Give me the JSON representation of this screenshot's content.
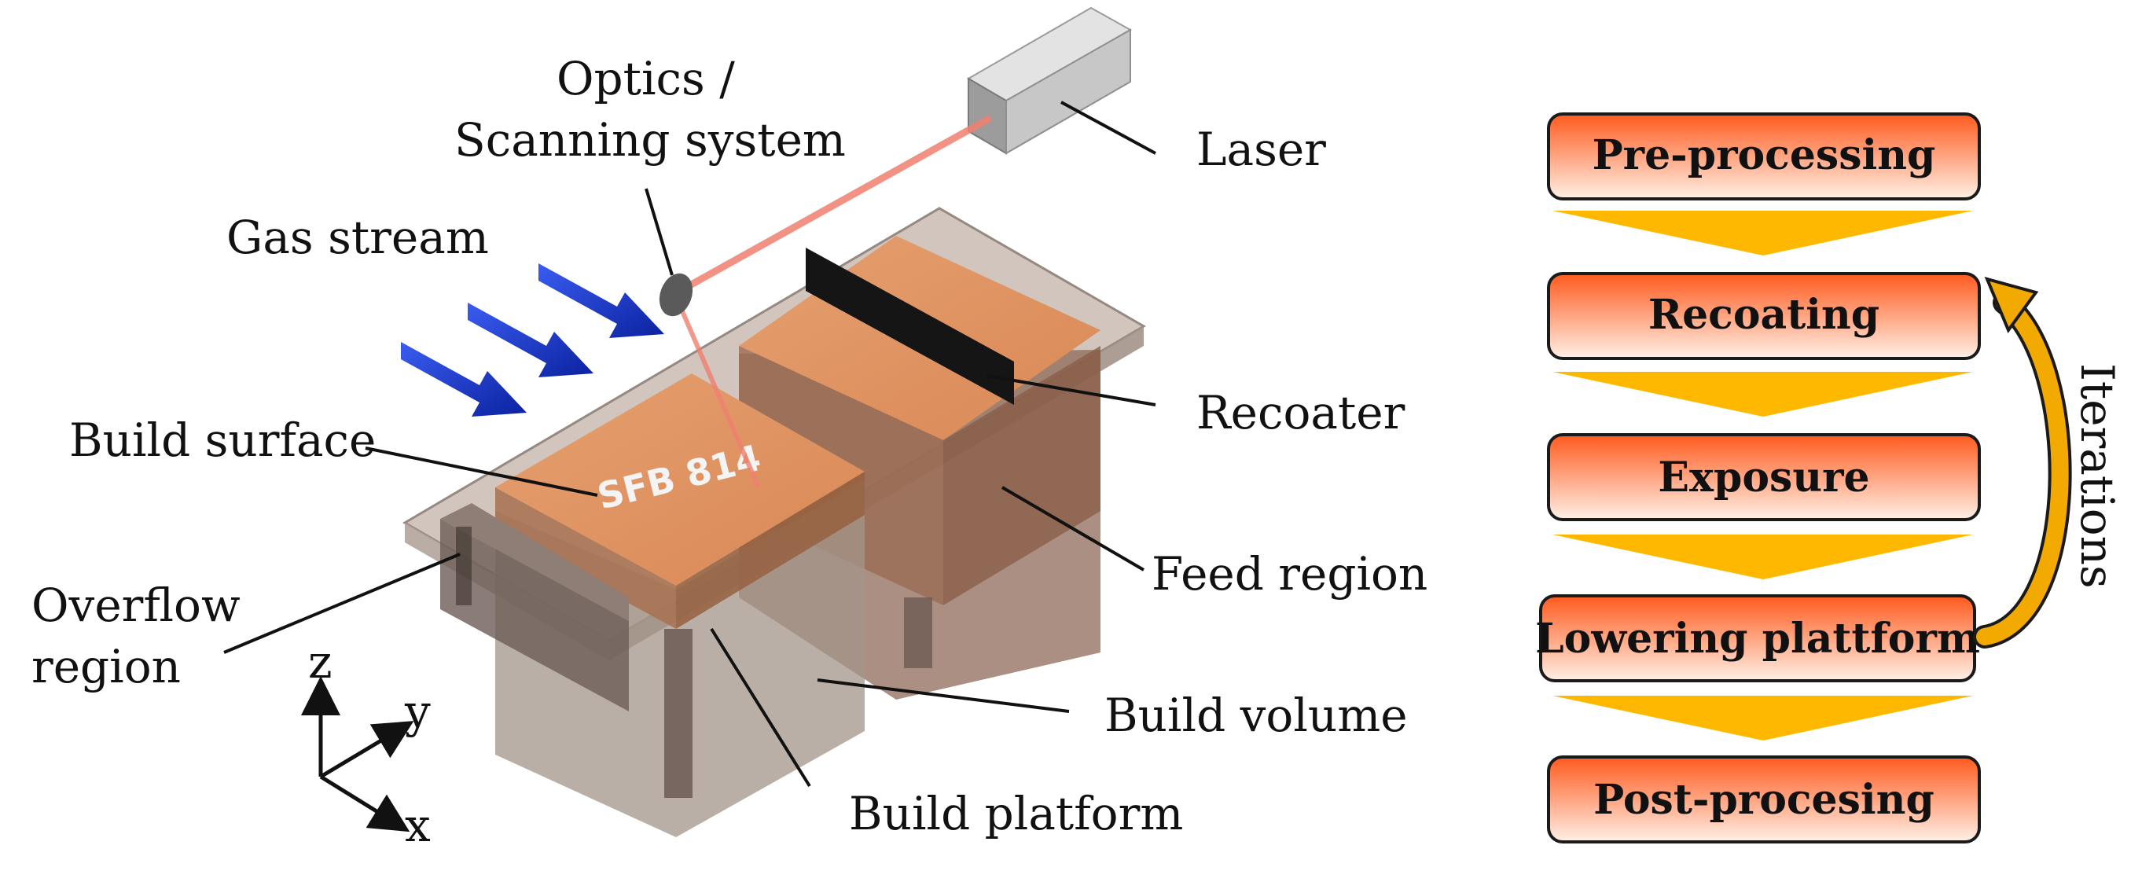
{
  "labels": {
    "optics_line1": "Optics /",
    "optics_line2": "Scanning system",
    "laser": "Laser",
    "gas_stream": "Gas stream",
    "build_surface": "Build surface",
    "recoater": "Recoater",
    "overflow_line1": "Overflow",
    "overflow_line2": "region",
    "feed_region": "Feed region",
    "build_volume": "Build volume",
    "build_platform": "Build platform",
    "surface_stamp": "SFB 814",
    "axis_z": "z",
    "axis_y": "y",
    "axis_x": "x"
  },
  "process": {
    "steps": [
      {
        "label": "Pre-processing"
      },
      {
        "label": "Recoating"
      },
      {
        "label": "Exposure"
      },
      {
        "label": "Lowering plattform"
      },
      {
        "label": "Post-procesing"
      }
    ],
    "loop_label": "Iterations"
  },
  "colors": {
    "step_gradient_top": "#ff5a1e",
    "step_gradient_bottom": "#fff0e6",
    "chevron": "#ffb800",
    "loop_arrow": "#f2a900",
    "powder": "#e0935f",
    "laser_beam": "#f08070",
    "gas_arrow": "#1f3fc8"
  }
}
